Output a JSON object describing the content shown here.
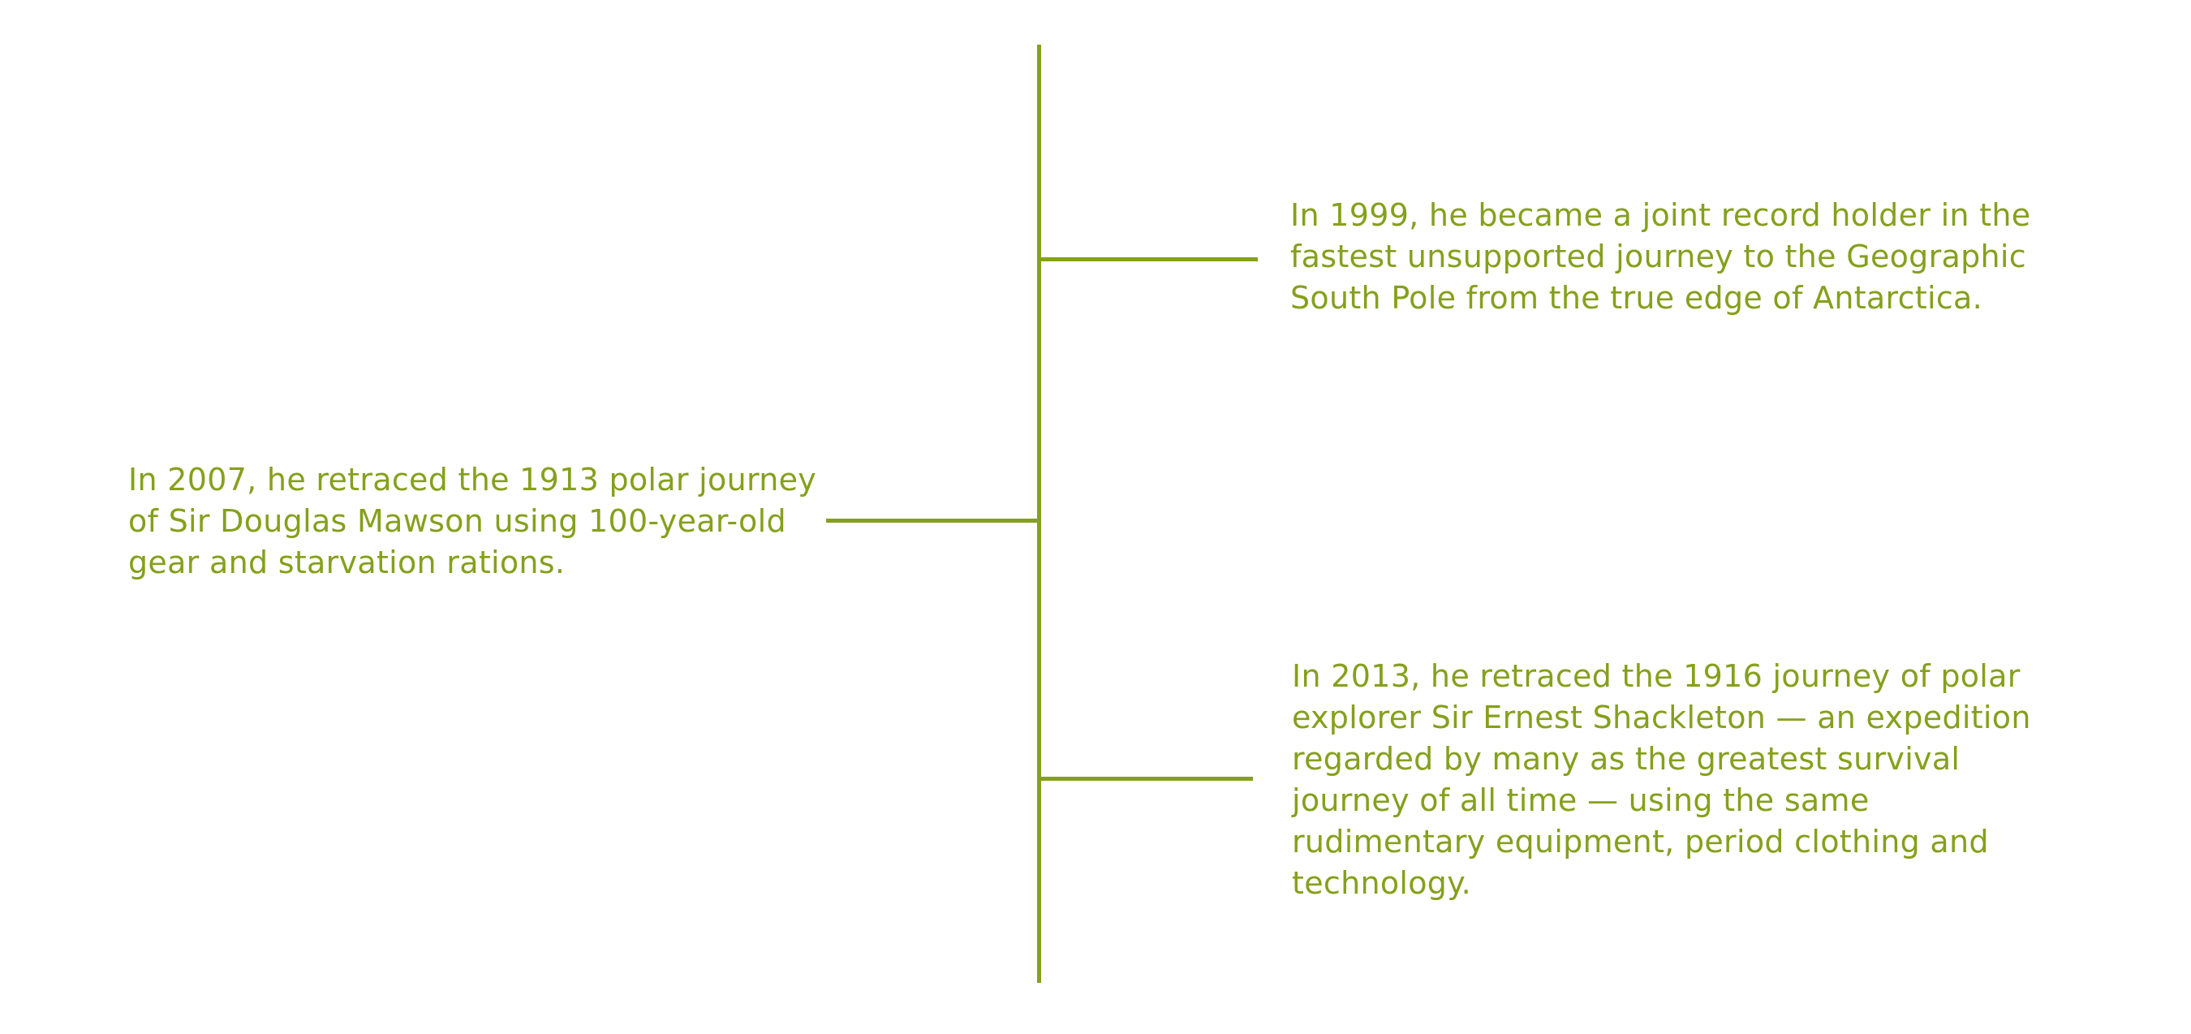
{
  "accent_color": "#85a01c",
  "events": [
    {
      "year": "1999",
      "text": "In 1999, he became a joint record holder in the fastest unsupported journey to the Geographic South Pole from the true edge of Antarctica.",
      "side": "right"
    },
    {
      "year": "2007",
      "text": "In 2007, he retraced the 1913 polar journey of Sir Douglas Mawson using 100-year-old gear and starvation rations.",
      "side": "left"
    },
    {
      "year": "2013",
      "text": "In 2013, he retraced the 1916 journey of polar explorer Sir Ernest Shackleton — an expedition regarded by many as the greatest survival journey of all time — using the same rudimentary equipment, period clothing and technology.",
      "side": "right"
    }
  ]
}
